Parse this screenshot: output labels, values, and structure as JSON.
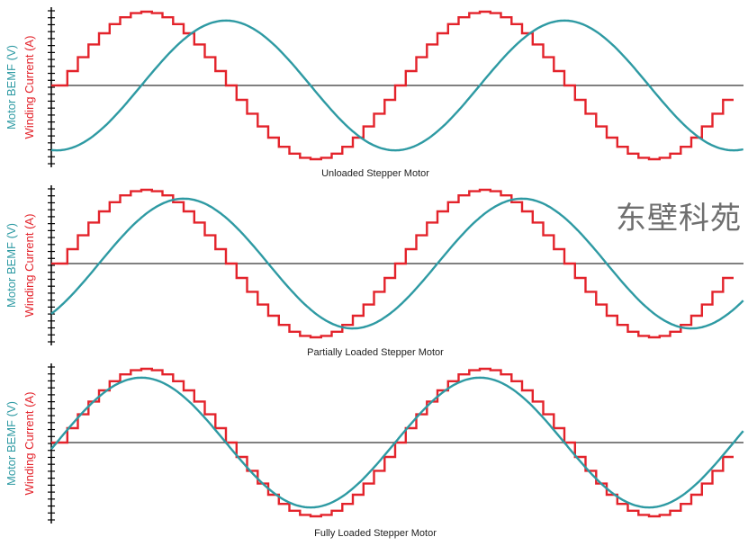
{
  "watermark": "东壁科苑",
  "colors": {
    "bemf": "#2e9aa3",
    "current": "#e3232b",
    "axis": "#000000",
    "zero_line": "#000000"
  },
  "chart_data": [
    {
      "type": "line",
      "title": "Unloaded Stepper Motor",
      "ylabel_bemf": "Motor BEMF (V)",
      "ylabel_current": "Winding Current (A)",
      "grid": false,
      "ylim": [
        -1,
        1
      ],
      "xlim": [
        0,
        720
      ],
      "series": [
        {
          "name": "Winding Current (A)",
          "kind": "stepped-sine",
          "amplitude": 1.0,
          "phase_deg": 0,
          "steps_per_cycle": 32
        },
        {
          "name": "Motor BEMF (V)",
          "kind": "sine",
          "amplitude": 0.88,
          "phase_deg": 90
        }
      ]
    },
    {
      "type": "line",
      "title": "Partially Loaded Stepper Motor",
      "ylabel_bemf": "Motor BEMF (V)",
      "ylabel_current": "Winding Current (A)",
      "grid": false,
      "ylim": [
        -1,
        1
      ],
      "xlim": [
        0,
        720
      ],
      "series": [
        {
          "name": "Winding Current (A)",
          "kind": "stepped-sine",
          "amplitude": 1.0,
          "phase_deg": 0,
          "steps_per_cycle": 32
        },
        {
          "name": "Motor BEMF (V)",
          "kind": "sine",
          "amplitude": 0.88,
          "phase_deg": 45
        }
      ]
    },
    {
      "type": "line",
      "title": "Fully Loaded Stepper Motor",
      "ylabel_bemf": "Motor BEMF (V)",
      "ylabel_current": "Winding Current (A)",
      "grid": false,
      "ylim": [
        -1,
        1
      ],
      "xlim": [
        0,
        720
      ],
      "series": [
        {
          "name": "Winding Current (A)",
          "kind": "stepped-sine",
          "amplitude": 1.0,
          "phase_deg": 0,
          "steps_per_cycle": 32
        },
        {
          "name": "Motor BEMF (V)",
          "kind": "sine",
          "amplitude": 0.88,
          "phase_deg": 0
        }
      ]
    }
  ]
}
